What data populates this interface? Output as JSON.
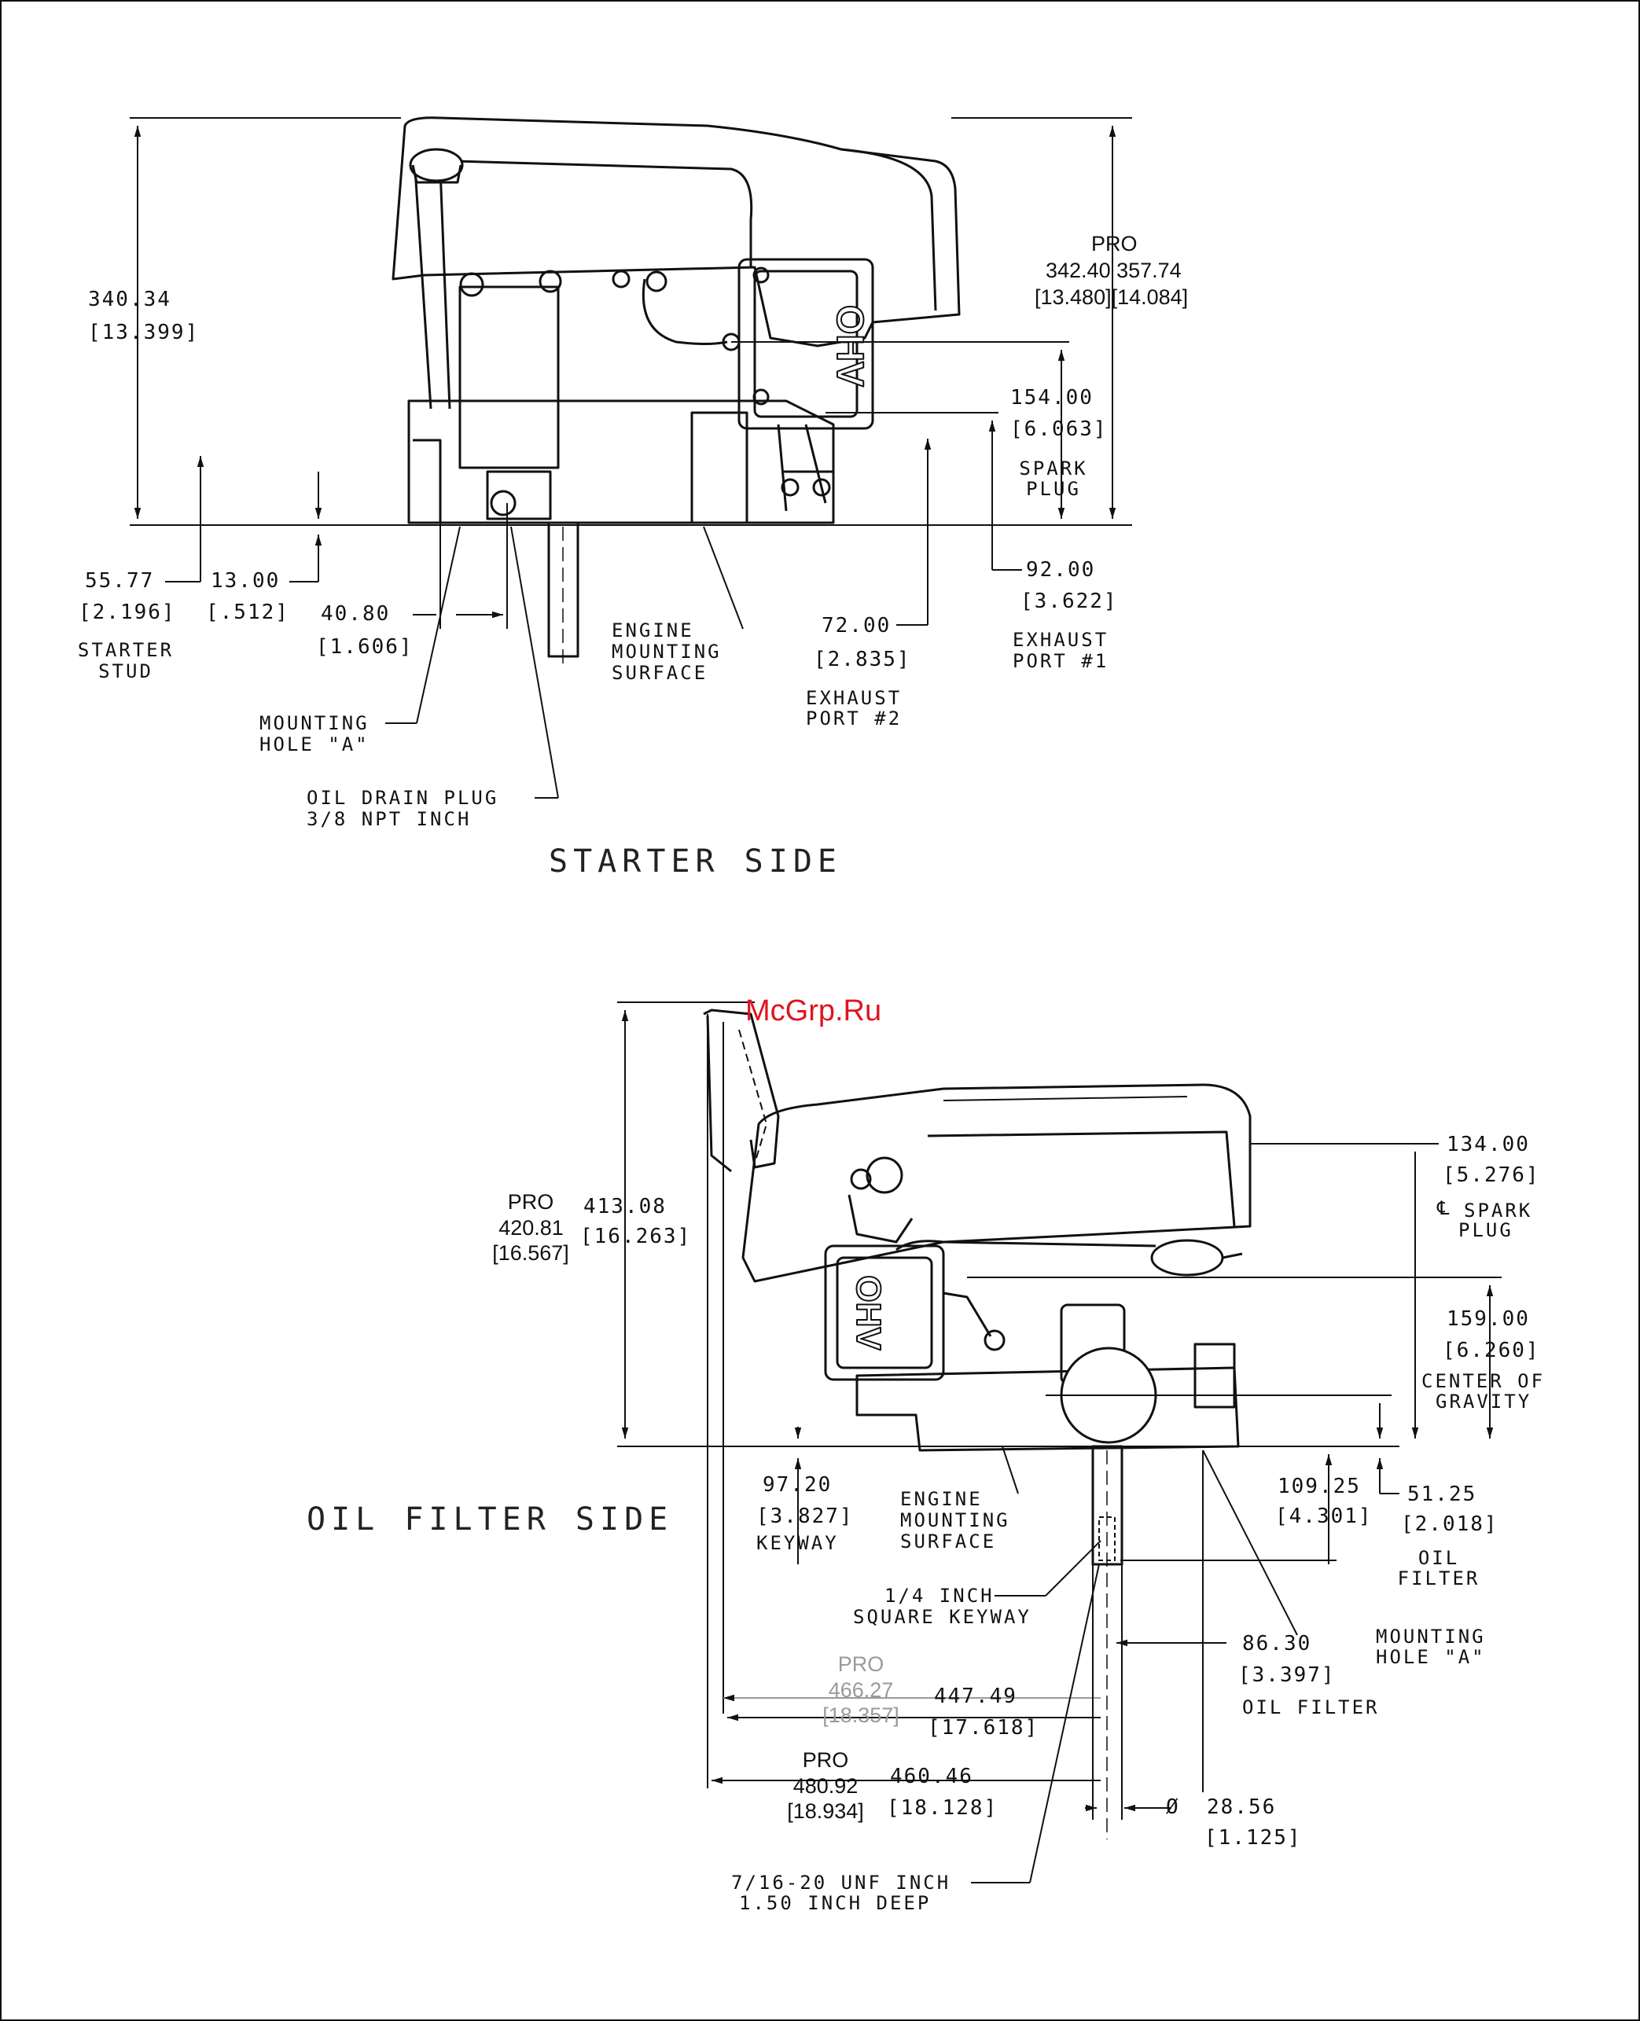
{
  "watermark": "McGrp.Ru",
  "starter_side": {
    "title": "STARTER SIDE",
    "overall_height": {
      "mm": "340.34",
      "in": "[13.399]"
    },
    "pro_height": {
      "label": "PRO",
      "mm": "342.40 357.74",
      "in": "[13.480][14.084]"
    },
    "spark_plug": {
      "mm": "154.00",
      "in": "[6.063]",
      "label_1": "SPARK",
      "label_2": "PLUG"
    },
    "exhaust_1": {
      "mm": "92.00",
      "in": "[3.622]",
      "label_1": "EXHAUST",
      "label_2": "PORT #1"
    },
    "exhaust_2": {
      "mm": "72.00",
      "in": "[2.835]",
      "label_1": "EXHAUST",
      "label_2": "PORT #2"
    },
    "starter_stud": {
      "mm": "55.77",
      "in": "[2.196]",
      "label_1": "STARTER",
      "label_2": "STUD"
    },
    "dim_13": {
      "mm": "13.00",
      "in": "[.512]"
    },
    "dim_40": {
      "mm": "40.80",
      "in": "[1.606]"
    },
    "engine_mount": {
      "line_1": "ENGINE",
      "line_2": "MOUNTING",
      "line_3": "SURFACE"
    },
    "mount_hole": {
      "line_1": "MOUNTING",
      "line_2": "HOLE \"A\""
    },
    "oil_drain": {
      "line_1": "OIL DRAIN PLUG",
      "line_2": "3/8 NPT INCH"
    },
    "engine_badge": "OHV"
  },
  "oil_filter_side": {
    "title": "OIL FILTER SIDE",
    "pro_height": {
      "label": "PRO",
      "mm": "420.81",
      "in": "[16.567]"
    },
    "overall_height": {
      "mm": "413.08",
      "in": "[16.263]"
    },
    "spark_plug": {
      "mm": "134.00",
      "in": "[5.276]",
      "symbol": "℄",
      "label_1": "SPARK",
      "label_2": "PLUG"
    },
    "cog": {
      "mm": "159.00",
      "in": "[6.260]",
      "label_1": "CENTER OF",
      "label_2": "GRAVITY"
    },
    "dim_109": {
      "mm": "109.25",
      "in": "[4.301]"
    },
    "oil_filter_h": {
      "mm": "51.25",
      "in": "[2.018]",
      "label_1": "OIL",
      "label_2": "FILTER"
    },
    "keyway": {
      "mm": "97.20",
      "in": "[3.827]",
      "label": "KEYWAY"
    },
    "engine_mount": {
      "line_1": "ENGINE",
      "line_2": "MOUNTING",
      "line_3": "SURFACE"
    },
    "square_keyway": {
      "line_1": "1/4 INCH",
      "line_2": "SQUARE KEYWAY"
    },
    "mount_hole": {
      "line_1": "MOUNTING",
      "line_2": "HOLE \"A\""
    },
    "oil_filter_w": {
      "mm": "86.30",
      "in": "[3.397]",
      "label": "OIL FILTER"
    },
    "pro_466": {
      "label": "PRO",
      "mm": "466.27",
      "in": "[18.357]"
    },
    "dim_447": {
      "mm": "447.49",
      "in": "[17.618]"
    },
    "pro_480": {
      "label": "PRO",
      "mm": "480.92",
      "in": "[18.934]"
    },
    "dim_460": {
      "mm": "460.46",
      "in": "[18.128]"
    },
    "shaft_dia": {
      "symbol": "Ø",
      "mm": "28.56",
      "in": "[1.125]"
    },
    "thread": {
      "line_1": "7/16-20 UNF INCH",
      "line_2": "1.50 INCH DEEP"
    },
    "engine_badge": "OHV"
  }
}
